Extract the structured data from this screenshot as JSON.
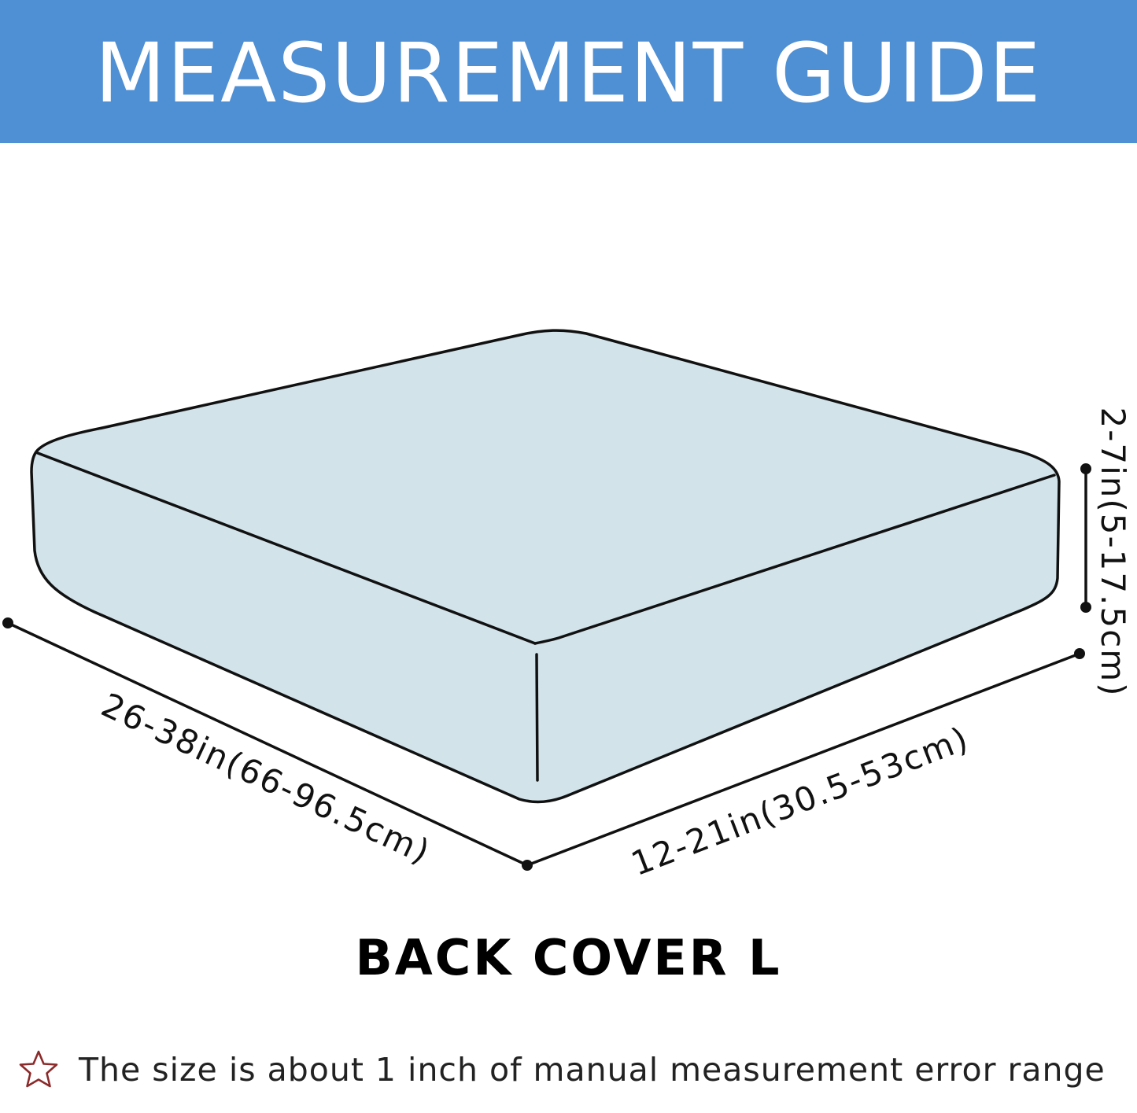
{
  "header": {
    "title": "MEASUREMENT GUIDE",
    "background_color": "#4f8fd3",
    "text_color": "#ffffff"
  },
  "diagram": {
    "subject": "cushion-box",
    "fill_color": "#d2e3ea",
    "outline_color": "#111111",
    "dimensions": {
      "length": "26-38in(66-96.5cm)",
      "width": "12-21in(30.5-53cm)",
      "height": "2-7in(5-17.5cm)"
    }
  },
  "product": {
    "name": "BACK COVER L"
  },
  "footer": {
    "icon": "star-outline-icon",
    "icon_color": "#8b2a2a",
    "note": "The size is about 1 inch of manual measurement error range"
  }
}
